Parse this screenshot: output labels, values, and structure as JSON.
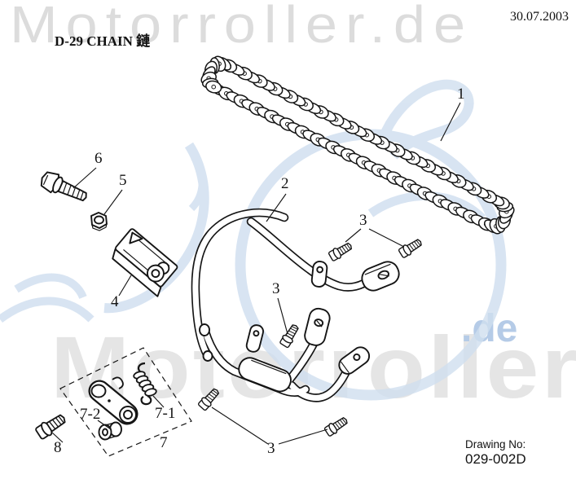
{
  "header": {
    "title": "D-29 CHAIN 鏈",
    "date": "30.07.2003"
  },
  "footer": {
    "drawing_no_label": "Drawing No:",
    "drawing_no": "029-002D"
  },
  "watermark": {
    "top": "Motorroller.de",
    "middle": "Motorroller",
    "suffix": ".de"
  },
  "callouts": [
    {
      "label": "1"
    },
    {
      "label": "2"
    },
    {
      "label": "3"
    },
    {
      "label": "3"
    },
    {
      "label": "3"
    },
    {
      "label": "4"
    },
    {
      "label": "5"
    },
    {
      "label": "6"
    },
    {
      "label": "7-2"
    },
    {
      "label": "7-1"
    },
    {
      "label": "7"
    },
    {
      "label": "8"
    }
  ],
  "parts": [
    {
      "ref": "1",
      "name": "chain"
    },
    {
      "ref": "2",
      "name": "chain-guard-bracket"
    },
    {
      "ref": "3",
      "name": "screw"
    },
    {
      "ref": "4",
      "name": "adjuster-bracket"
    },
    {
      "ref": "5",
      "name": "nut"
    },
    {
      "ref": "6",
      "name": "bolt"
    },
    {
      "ref": "7",
      "name": "tensioner-assembly"
    },
    {
      "ref": "7-1",
      "name": "spring"
    },
    {
      "ref": "7-2",
      "name": "roller"
    },
    {
      "ref": "8",
      "name": "bolt"
    }
  ],
  "colors": {
    "line": "#151515",
    "watermark_gray": "#e5e5e5",
    "watermark_blue": "#b5cbe7",
    "background": "#ffffff"
  }
}
